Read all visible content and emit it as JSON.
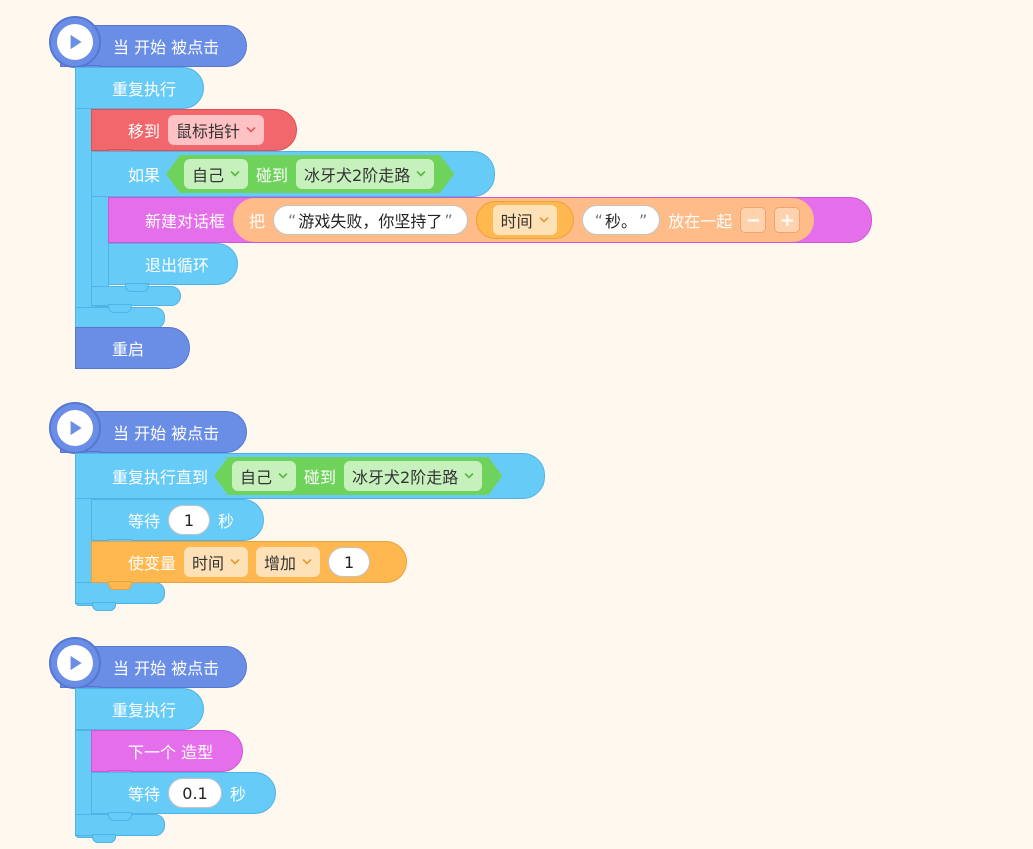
{
  "script1": {
    "hat_label": "当 开始 被点击",
    "forever_label": "重复执行",
    "move_label": "移到",
    "move_target": "鼠标指针",
    "if_label": "如果",
    "touch_subject": "自己",
    "touch_label": "碰到",
    "touch_target": "冰牙犬2阶走路",
    "dialog_label": "新建对话框",
    "join_prefix": "把",
    "join_text1": "游戏失败，你坚持了",
    "join_var": "时间",
    "join_text2": "秒。",
    "join_suffix": "放在一起",
    "minus": "−",
    "plus": "+",
    "break_label": "退出循环",
    "restart_label": "重启"
  },
  "script2": {
    "hat_label": "当 开始 被点击",
    "repeat_until_label": "重复执行直到",
    "touch_subject": "自己",
    "touch_label": "碰到",
    "touch_target": "冰牙犬2阶走路",
    "wait_label": "等待",
    "wait_value": "1",
    "wait_unit": "秒",
    "change_label": "使变量",
    "change_var": "时间",
    "change_op": "增加",
    "change_value": "1"
  },
  "script3": {
    "hat_label": "当 开始 被点击",
    "forever_label": "重复执行",
    "costume_label": "下一个 造型",
    "wait_label": "等待",
    "wait_value": "0.1",
    "wait_unit": "秒"
  },
  "quotes": {
    "open": "“",
    "close": "”"
  },
  "colors": {
    "background": "#fff8ef",
    "event": "#6a8de6",
    "control": "#67cbf8",
    "motion": "#f2676b",
    "looks": "#e56fea",
    "variable": "#ffb74f",
    "sensing": "#6fd25a",
    "operator": "#ffbb88"
  },
  "icons": [
    "play-icon",
    "chevron-down-icon"
  ]
}
